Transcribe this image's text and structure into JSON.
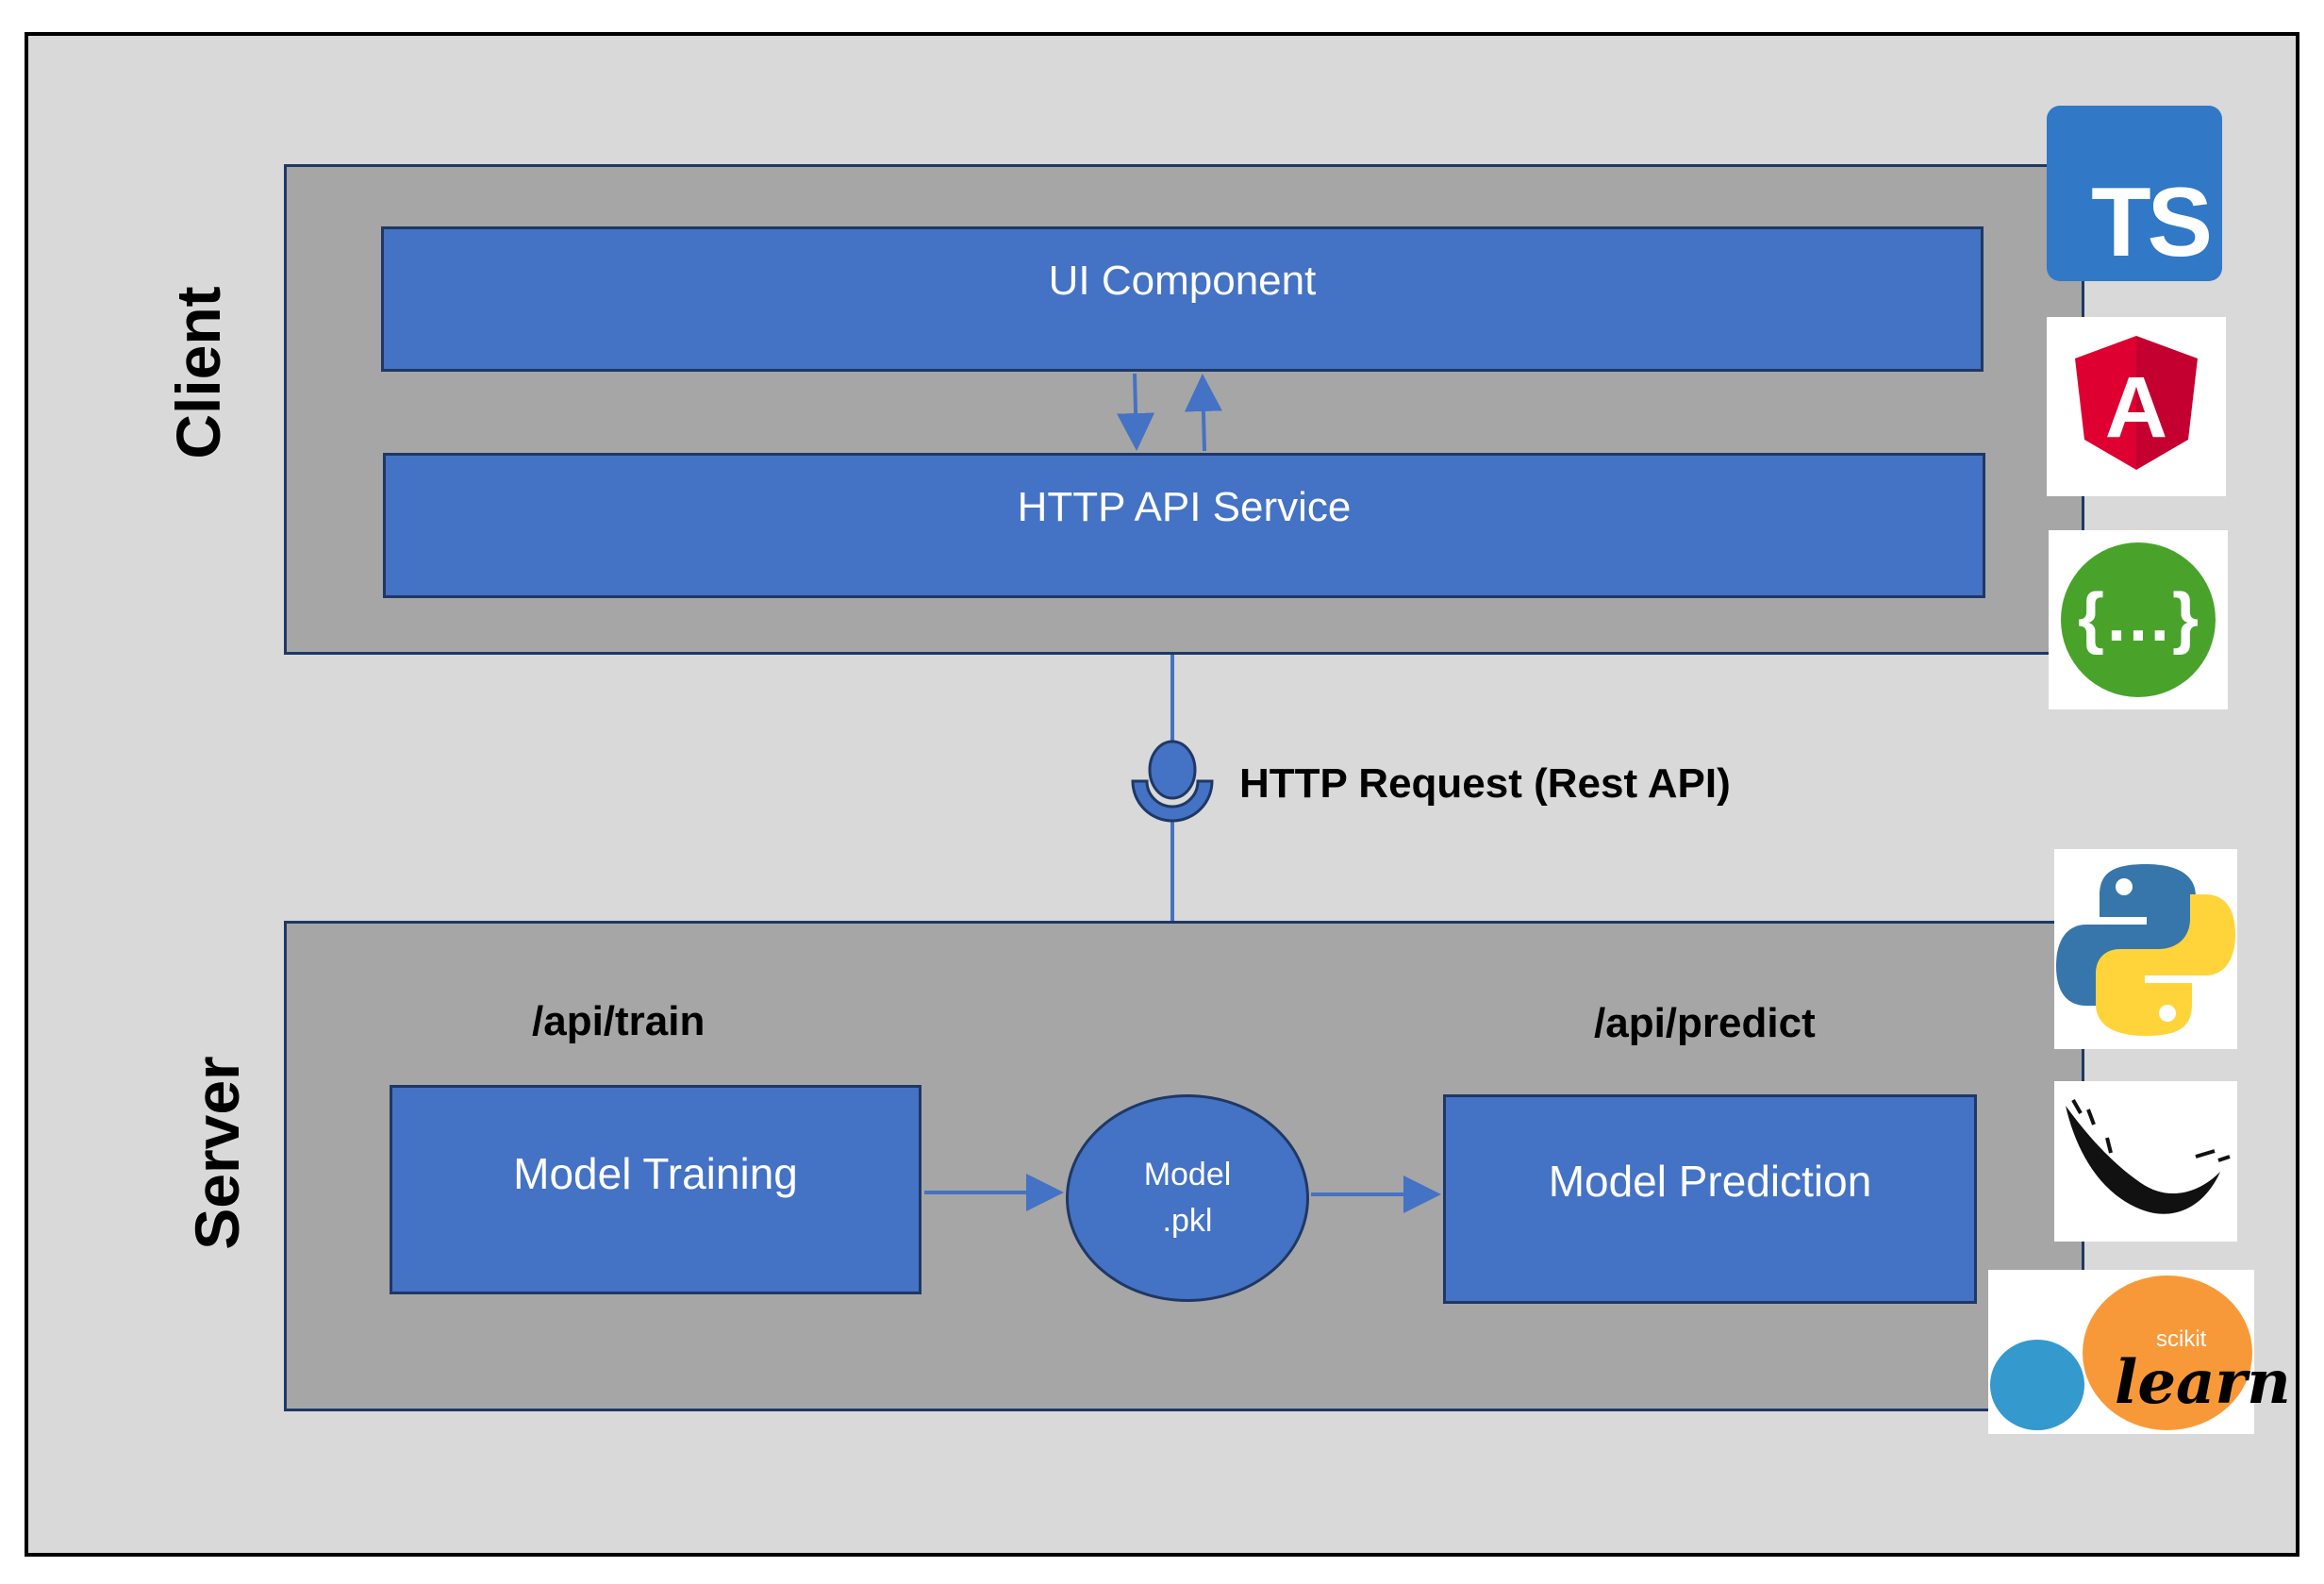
{
  "client": {
    "label": "Client",
    "ui_component": "UI Component",
    "http_api_service": "HTTP API Service"
  },
  "connector": {
    "label": "HTTP Request (Rest API)"
  },
  "server": {
    "label": "Server",
    "train_route": "/api/train",
    "predict_route": "/api/predict",
    "model_training": "Model Training",
    "model_file_line1": "Model",
    "model_file_line2": ".pkl",
    "model_prediction": "Model Prediction"
  },
  "logos": {
    "typescript": "TS",
    "angular": "A",
    "swagger": "{…}",
    "scikit_small": "scikit",
    "scikit_large": "learn"
  },
  "icons": [
    "typescript-icon",
    "angular-icon",
    "swagger-icon",
    "python-icon",
    "flask-icon",
    "scikit-learn-icon",
    "interface-icon"
  ],
  "colors": {
    "box_fill": "#4472c4",
    "box_border": "#1f3864",
    "panel_fill": "#a6a6a6",
    "frame_fill": "#d9d9d9",
    "typescript": "#3178c6",
    "angular": "#dd0031",
    "swagger": "#49a32b",
    "scikit_orange": "#f89939",
    "scikit_blue": "#3499cd"
  }
}
